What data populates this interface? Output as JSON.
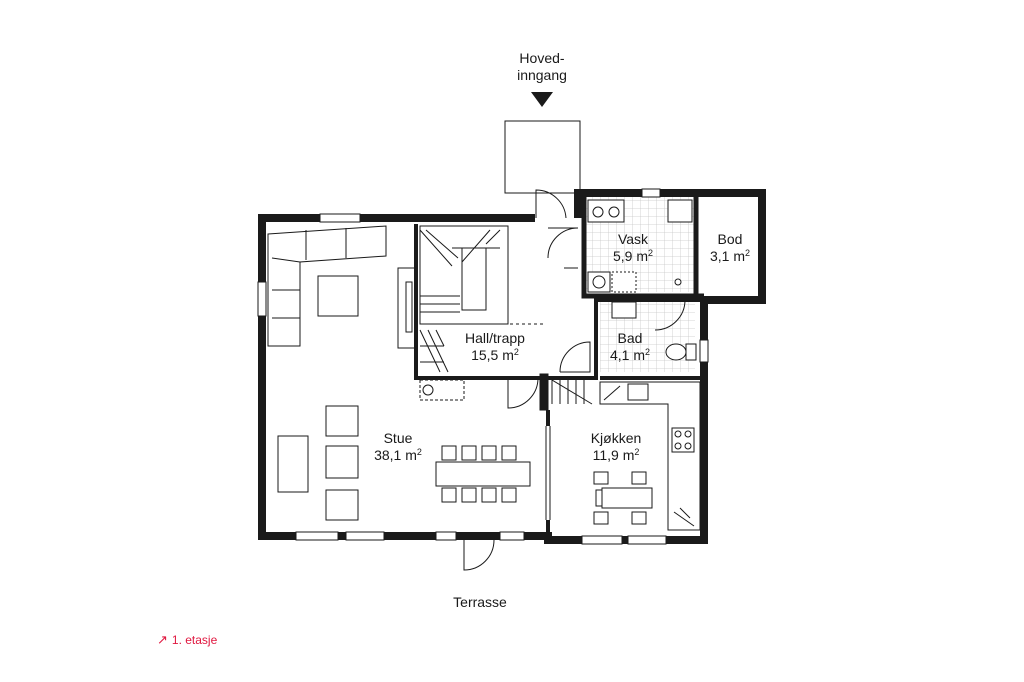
{
  "entrance": {
    "line1": "Hoved-",
    "line2": "inngang"
  },
  "terrace": "Terrasse",
  "area_unit": "m",
  "area_exp": "2",
  "rooms": {
    "stue": {
      "name": "Stue",
      "area": "38,1"
    },
    "hall": {
      "name": "Hall/trapp",
      "area": "15,5"
    },
    "vask": {
      "name": "Vask",
      "area": "5,9"
    },
    "bod": {
      "name": "Bod",
      "area": "3,1"
    },
    "bad": {
      "name": "Bad",
      "area": "4,1"
    },
    "kjokken": {
      "name": "Kjøkken",
      "area": "11,9"
    }
  },
  "floor_link": {
    "arrow": "↗",
    "label": "1. etasje"
  },
  "colors": {
    "wall": "#1a1a1a",
    "accent": "#e0173f",
    "tile": "#c8c8c8"
  }
}
